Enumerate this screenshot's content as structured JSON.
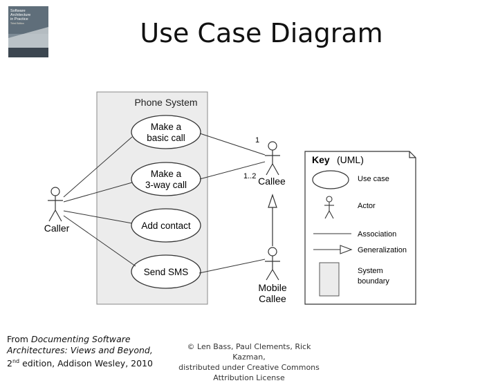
{
  "slide": {
    "title": "Use Case Diagram",
    "book_cover": {
      "title_lines": [
        "Software",
        "Architecture",
        "in Practice"
      ],
      "edition": "Third Edition",
      "colors": {
        "background": "#7d8b96",
        "band": "#e9e4d3",
        "dark": "#3c4650"
      }
    }
  },
  "diagram": {
    "system_boundary_label": "Phone System",
    "use_cases": [
      {
        "lines": [
          "Make a",
          "basic call"
        ]
      },
      {
        "lines": [
          "Make a",
          "3-way call"
        ]
      },
      {
        "lines": [
          "Add contact"
        ]
      },
      {
        "lines": [
          "Send SMS"
        ]
      }
    ],
    "actors": {
      "caller": "Caller",
      "callee": "Callee",
      "mobile_callee": [
        "Mobile",
        "Callee"
      ]
    },
    "multiplicities": [
      "1",
      "1..2"
    ],
    "colors": {
      "boundary_fill": "#ececec",
      "stroke": "#333333"
    }
  },
  "key": {
    "title": "Key",
    "subtitle": "(UML)",
    "items": [
      {
        "icon": "use-case-ellipse",
        "label": [
          "Use case"
        ]
      },
      {
        "icon": "actor-stick-figure",
        "label": [
          "Actor"
        ]
      },
      {
        "icon": "association-line",
        "label": [
          "Association"
        ]
      },
      {
        "icon": "generalization-arrow",
        "label": [
          "Generalization"
        ]
      },
      {
        "icon": "system-boundary-box",
        "label": [
          "System",
          "boundary"
        ]
      }
    ]
  },
  "captions": {
    "source_prefix": "From ",
    "source_title_line1": "Documenting Software",
    "source_title_line2": "Architectures: Views and Beyond,",
    "edition_number": "2",
    "edition_suffix": "nd",
    "edition_rest": " edition, Addison Wesley, 2010",
    "copyright_lines": [
      "©  Len Bass, Paul Clements, Rick Kazman,",
      "distributed under Creative Commons",
      "Attribution License"
    ]
  }
}
